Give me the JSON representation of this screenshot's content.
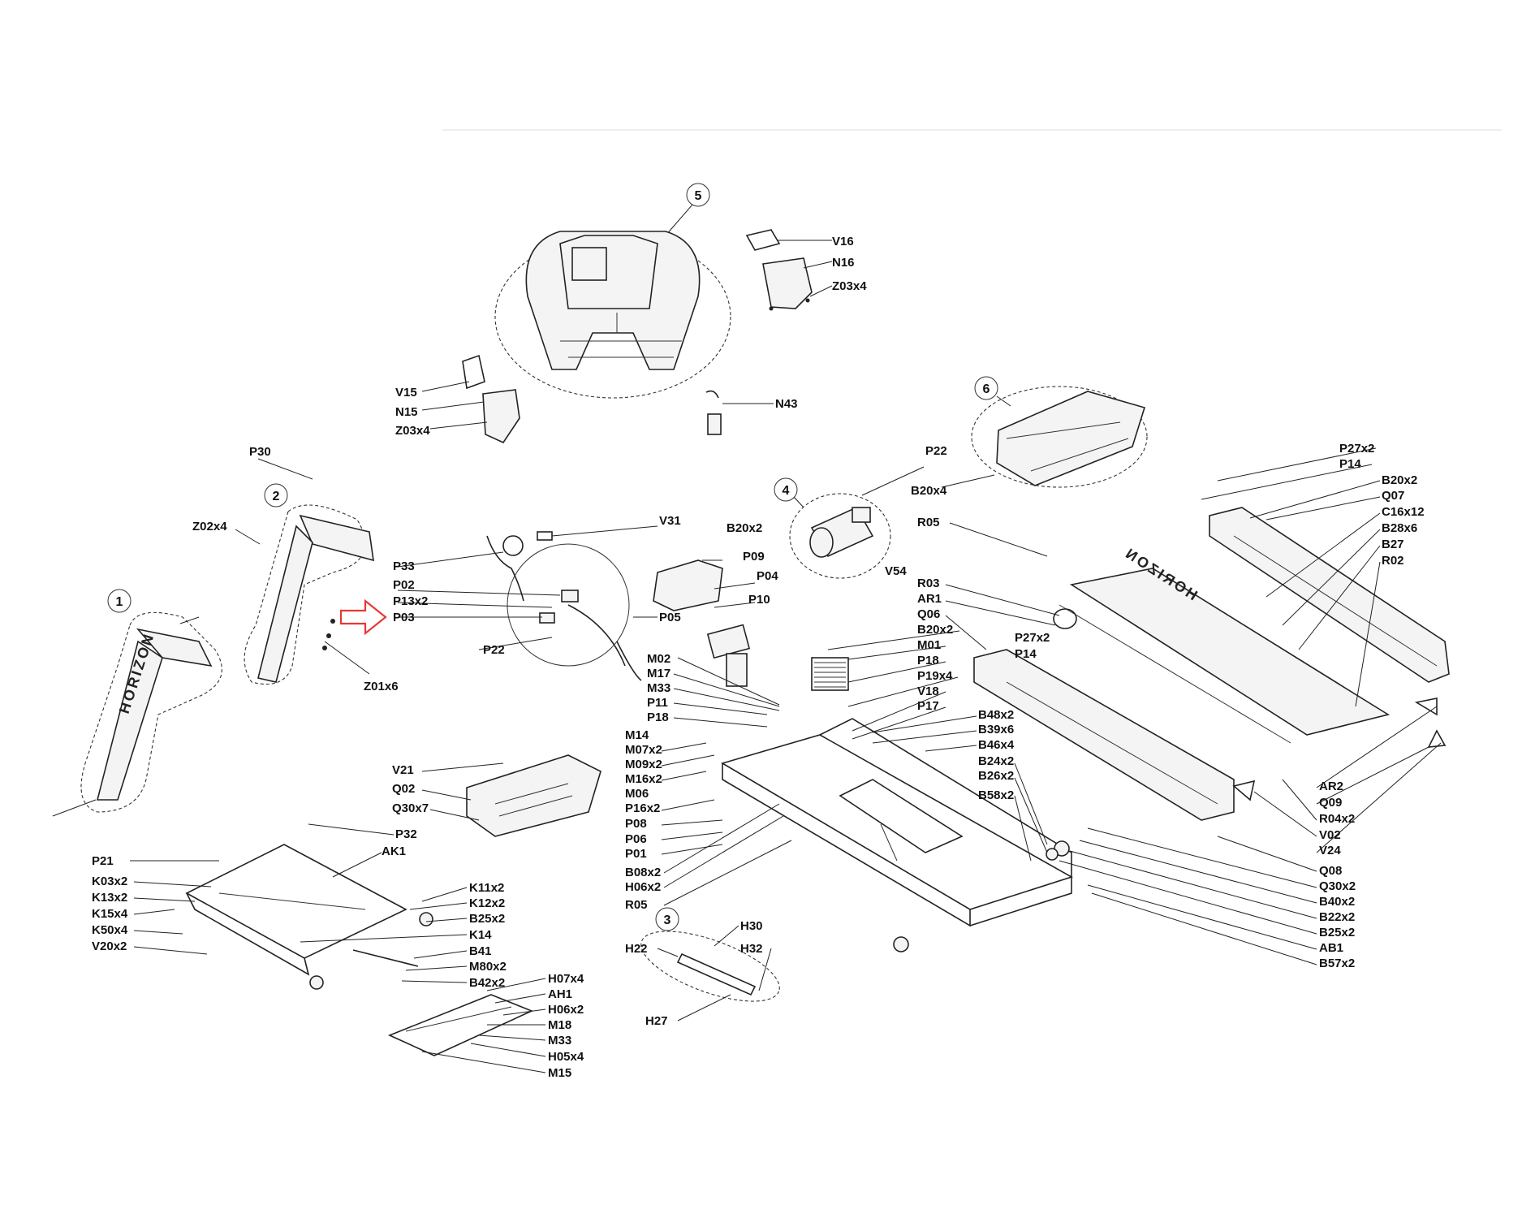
{
  "brand_text": "HORIZON",
  "arrow_color": "#e53935",
  "highlighted_part": "P03",
  "groups": [
    "1",
    "2",
    "3",
    "4",
    "5",
    "6"
  ],
  "labels": {
    "V16": "V16",
    "N16": "N16",
    "Z03x4_top": "Z03x4",
    "V15": "V15",
    "N15": "N15",
    "Z03x4_left": "Z03x4",
    "N43": "N43",
    "P22_top": "P22",
    "B20x4": "B20x4",
    "P30": "P30",
    "Z02x4": "Z02x4",
    "V31": "V31",
    "B20x2_mid": "B20x2",
    "P09": "P09",
    "P04": "P04",
    "P10": "P10",
    "P33": "P33",
    "P02": "P02",
    "P13x2": "P13x2",
    "P03": "P03",
    "P05": "P05",
    "P22_mid": "P22",
    "Z01x6": "Z01x6",
    "V54": "V54",
    "R05_top": "R05",
    "R03": "R03",
    "AR1": "AR1",
    "Q06": "Q06",
    "B20x2_center": "B20x2",
    "M01": "M01",
    "P18_center": "P18",
    "P19x4": "P19x4",
    "V18": "V18",
    "P17": "P17",
    "P27x2_center": "P27x2",
    "P14_center": "P14",
    "P27x2_right": "P27x2",
    "P14_right": "P14",
    "B20x2_right": "B20x2",
    "Q07": "Q07",
    "C16x12": "C16x12",
    "B28x6": "B28x6",
    "B27": "B27",
    "R02": "R02",
    "M02": "M02",
    "M17": "M17",
    "M33_center": "M33",
    "P11": "P11",
    "P18_left": "P18",
    "M14": "M14",
    "M07x2": "M07x2",
    "M09x2": "M09x2",
    "M16x2": "M16x2",
    "M06": "M06",
    "P16x2": "P16x2",
    "P08": "P08",
    "P06": "P06",
    "P01": "P01",
    "B08x2": "B08x2",
    "H06x2_center": "H06x2",
    "R05_bottom": "R05",
    "B48x2": "B48x2",
    "B39x6": "B39x6",
    "B46x4": "B46x4",
    "B24x2": "B24x2",
    "B26x2": "B26x2",
    "B58x2": "B58x2",
    "V21": "V21",
    "Q02": "Q02",
    "Q30x7": "Q30x7",
    "P32": "P32",
    "AK1": "AK1",
    "P21": "P21",
    "K03x2": "K03x2",
    "K13x2": "K13x2",
    "K15x4": "K15x4",
    "K50x4": "K50x4",
    "V20x2": "V20x2",
    "K11x2": "K11x2",
    "K12x2": "K12x2",
    "B25x2_left": "B25x2",
    "K14": "K14",
    "B41": "B41",
    "M80x2": "M80x2",
    "B42x2": "B42x2",
    "H07x4": "H07x4",
    "AH1": "AH1",
    "H06x2_bottom": "H06x2",
    "M18": "M18",
    "M33_bottom": "M33",
    "H05x4": "H05x4",
    "M15": "M15",
    "H30": "H30",
    "H22": "H22",
    "H32": "H32",
    "H27": "H27",
    "AR2": "AR2",
    "Q09": "Q09",
    "R04x2": "R04x2",
    "V02": "V02",
    "V24": "V24",
    "Q08": "Q08",
    "Q30x2": "Q30x2",
    "B40x2": "B40x2",
    "B22x2": "B22x2",
    "B25x2_right": "B25x2",
    "AB1": "AB1",
    "B57x2": "B57x2"
  }
}
